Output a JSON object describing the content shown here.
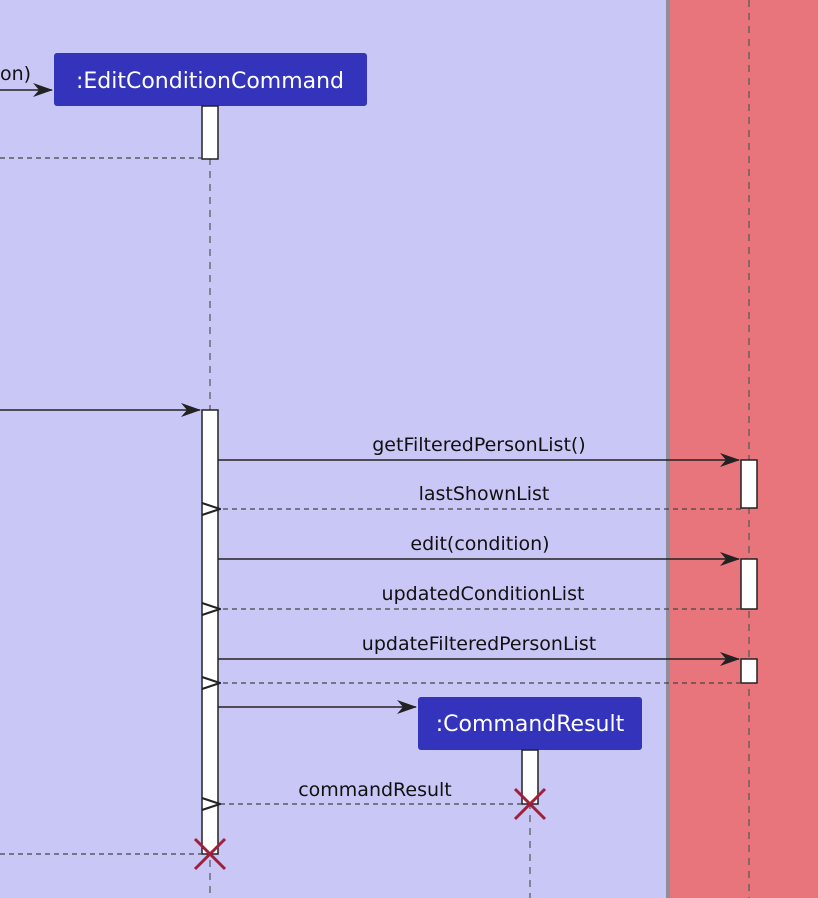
{
  "participants": {
    "edit_condition_command": ":EditConditionCommand",
    "command_result": ":CommandResult"
  },
  "messages": {
    "incoming_partial": "on)",
    "get_filtered_person_list": "getFilteredPersonList()",
    "last_shown_list": "lastShownList",
    "edit_condition": "edit(condition)",
    "updated_condition_list": "updatedConditionList",
    "update_filtered_person_list": "updateFilteredPersonList",
    "command_result": "commandResult"
  },
  "colors": {
    "logic_lane": "#c8c7f5",
    "model_lane": "#e8757c",
    "participant_box": "#3333bb",
    "destroy_mark": "#a0203c"
  }
}
